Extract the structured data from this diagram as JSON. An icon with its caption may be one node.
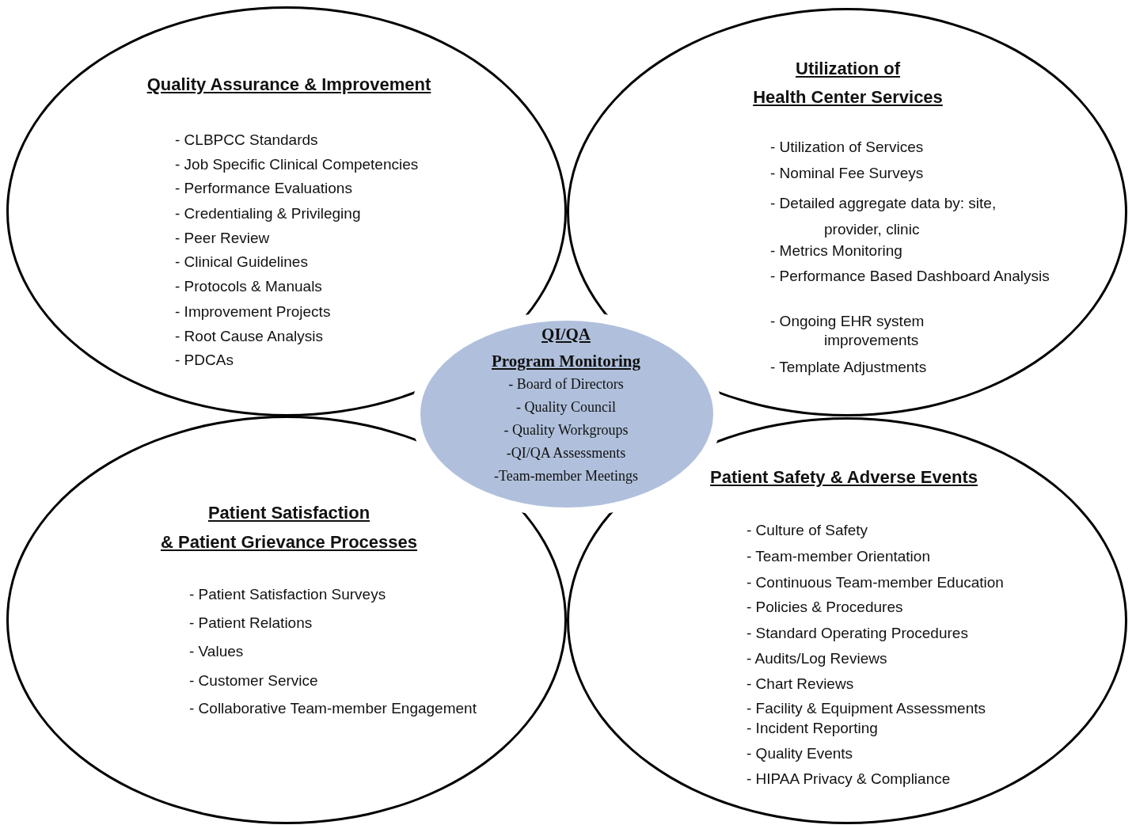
{
  "diagram": {
    "nodes": [
      {
        "text": [
          "Quality Assurance & Improvement",
          "- CLBPCC Standards",
          "- Job Specific Clinical Competencies",
          "- Performance Evaluations",
          "- Credentialing & Privileging",
          "- Peer Review",
          "- Clinical Guidelines",
          "- Protocols & Manuals",
          "- Improvement Projects",
          "- Root Cause Analysis",
          "- PDCAs"
        ]
      },
      {
        "text": [
          "Utilization of Health Center Services",
          "- Utilization of Services",
          "- Nominal Fee Surveys",
          "- Detailed aggregate data by: site, provider, clinic",
          "- Metrics Monitoring",
          "- Performance Based Dashboard Analysis",
          "- Ongoing EHR system improvements",
          "- Template Adjustments"
        ]
      },
      {
        "text": [
          "Patient Satisfaction & Patient Grievance Processes",
          "- Patient Satisfaction Surveys",
          "- Patient Relations",
          "- Values",
          "- Customer Service",
          "- Collaborative Team-member Engagement"
        ]
      },
      {
        "text": [
          "Patient Safety & Adverse Events",
          "- Culture of Safety",
          "- Team-member Orientation",
          "- Continuous Team-member Education",
          "- Policies & Procedures",
          "- Standard Operating Procedures",
          "- Audits/Log Reviews",
          "- Chart Reviews",
          "- Facility & Equipment Assessments",
          "- Incident Reporting",
          "- Quality Events",
          "- HIPAA Privacy & Compliance"
        ]
      },
      {
        "text": [
          "QI/QA Program Monitoring",
          "- Board of Directors",
          "- Quality Council",
          "- Quality Workgroups",
          "-QI/QA Assessments",
          "-Team-member Meetings"
        ]
      }
    ]
  }
}
